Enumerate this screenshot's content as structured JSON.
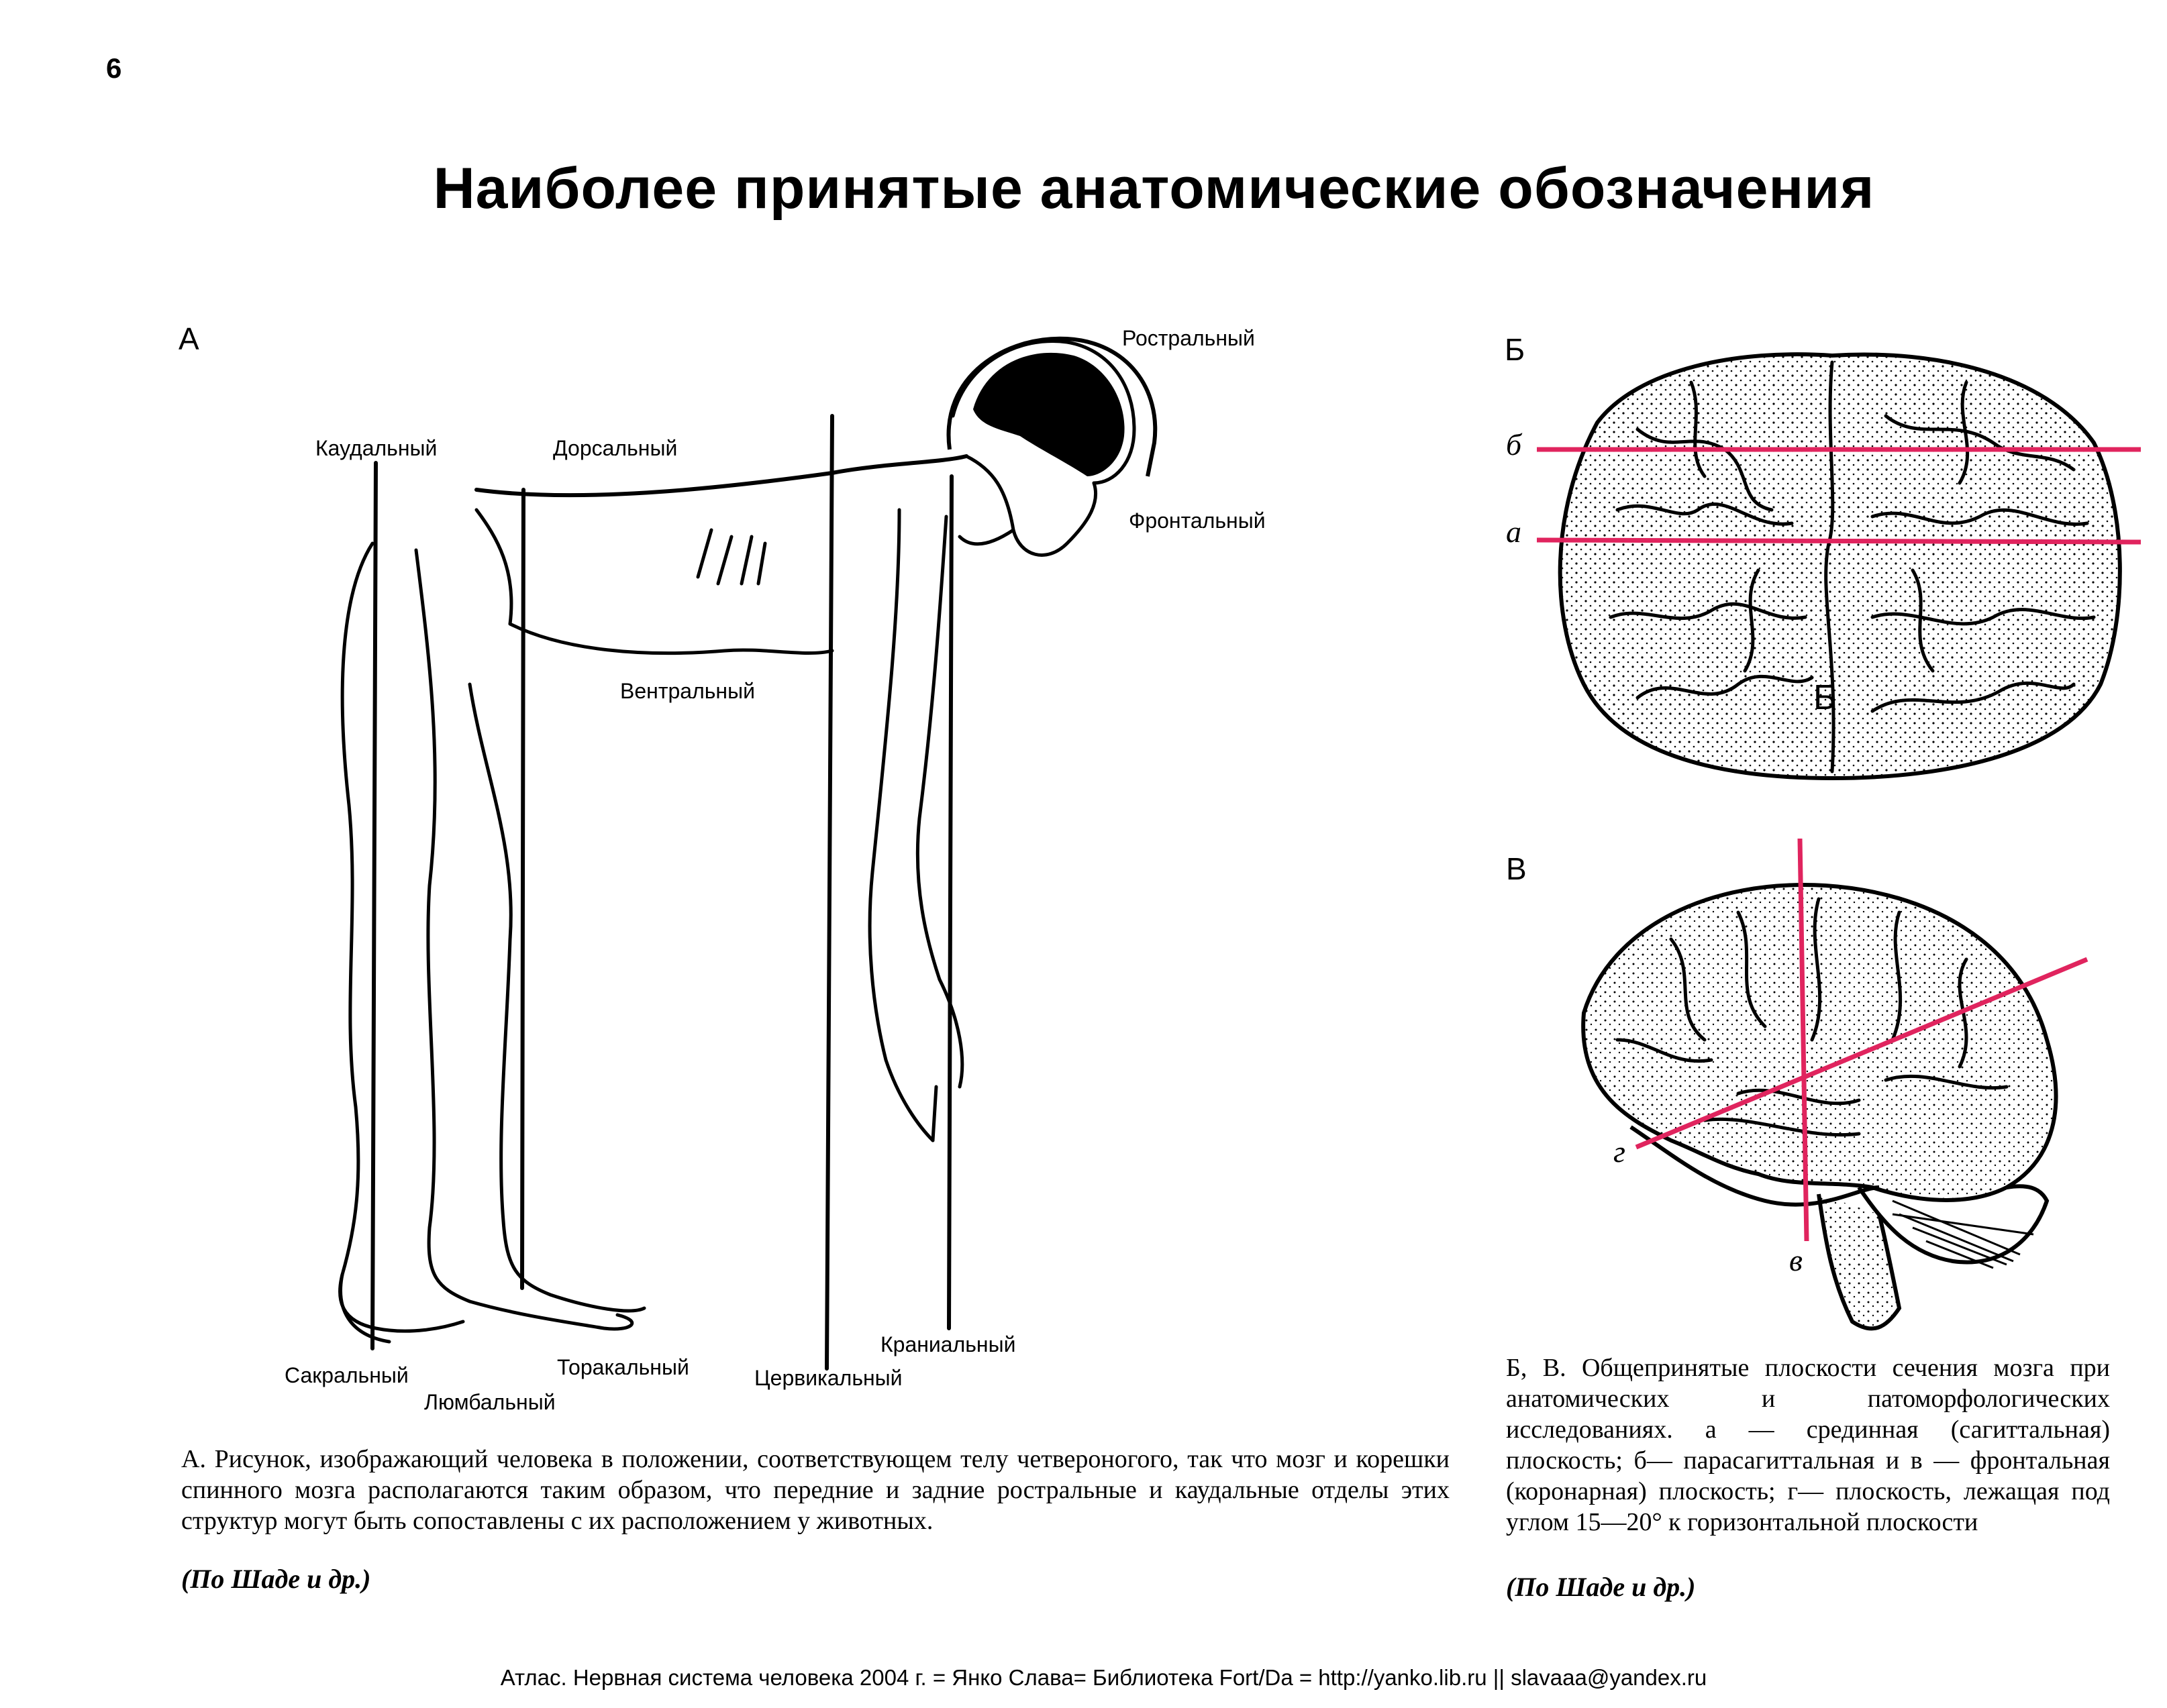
{
  "page_number": "6",
  "title": "Наиболее принятые анатомические обозначения",
  "panel_a": {
    "letter": "А",
    "labels": {
      "rostral": "Ростральный",
      "caudal": "Каудальный",
      "dorsal": "Дорсальный",
      "frontal": "Фронтальный",
      "ventral": "Вентральный",
      "sacral": "Сакральный",
      "lumbar": "Люмбальный",
      "thoracic": "Торакальный",
      "cervical": "Цервикальный",
      "cranial": "Краниальный"
    },
    "caption": "А. Рисунок, изображающий человека в положении, соответствующем телу четвероногого, так что мозг и корешки спинного мозга располагаются таким образом, что передние и задние ростральные и каудальные отделы этих структур могут быть сопоставлены с их расположением у животных.",
    "source": "(По Шаде и др.)"
  },
  "panel_b": {
    "letter": "Б",
    "plane_labels": {
      "b": "б",
      "a": "а"
    },
    "watermark": "Б"
  },
  "panel_c": {
    "letter": "В",
    "plane_labels": {
      "g": "г",
      "v": "в"
    }
  },
  "caption_bc": {
    "text": "Б, В. Общепринятые плоскости сечения мозга при анатомических и патоморфологических исследованиях. а — срединная (сагиттальная) плоскость; б— парасагиттальная и в — фронтальная (коронарная) плоскость; г— плоскость, лежащая под углом 15—20° к горизонтальной плоскости",
    "source": "(По Шаде и др.)"
  },
  "footer": "Атлас. Нервная система человека 2004 г. = Янко Слава= Библиотека Fort/Da = http://yanko.lib.ru || slavaaa@yandex.ru",
  "colors": {
    "plane_lines": "#e0245e",
    "ink": "#000000"
  }
}
